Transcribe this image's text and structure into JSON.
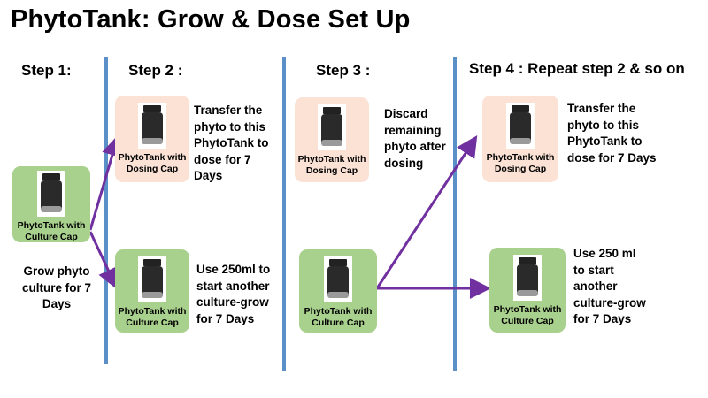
{
  "title": "PhytoTank:  Grow & Dose Set Up",
  "steps": [
    {
      "heading": "Step 1:"
    },
    {
      "heading": "Step 2 :"
    },
    {
      "heading": "Step 3 :"
    },
    {
      "heading": "Step 4 :  Repeat step 2 & so on"
    }
  ],
  "cards": {
    "step1_culture": {
      "label_line1": "PhytoTank with",
      "label_line2": "Culture Cap"
    },
    "step2_dosing": {
      "label_line1": "PhytoTank with",
      "label_line2": "Dosing Cap"
    },
    "step2_culture": {
      "label_line1": "PhytoTank with",
      "label_line2": "Culture Cap"
    },
    "step3_dosing": {
      "label_line1": "PhytoTank with",
      "label_line2": "Dosing Cap"
    },
    "step3_culture": {
      "label_line1": "PhytoTank with",
      "label_line2": "Culture Cap"
    },
    "step4_dosing": {
      "label_line1": "PhytoTank with",
      "label_line2": "Dosing Cap"
    },
    "step4_culture": {
      "label_line1": "PhytoTank with",
      "label_line2": "Culture Cap"
    }
  },
  "notes": {
    "step1": "Grow phyto\nculture for 7\nDays",
    "step2_dose": "Transfer the\nphyto to this\nPhytoTank to\ndose for 7 Days",
    "step2_grow": "Use 250ml to\nstart another\nculture-grow\nfor 7 Days",
    "step3_discard": "Discard\nremaining\nphyto after\ndosing",
    "step4_dose": "Transfer the\nphyto to this\nPhytoTank to\ndose for 7 Days",
    "step4_grow": "Use 250 ml\nto start\nanother\nculture-grow\nfor 7 Days"
  },
  "colors": {
    "divider": "#5b8fc7",
    "arrow": "#7030a0",
    "dosing_card": "#fbe2d5",
    "culture_card": "#a9d18e"
  }
}
